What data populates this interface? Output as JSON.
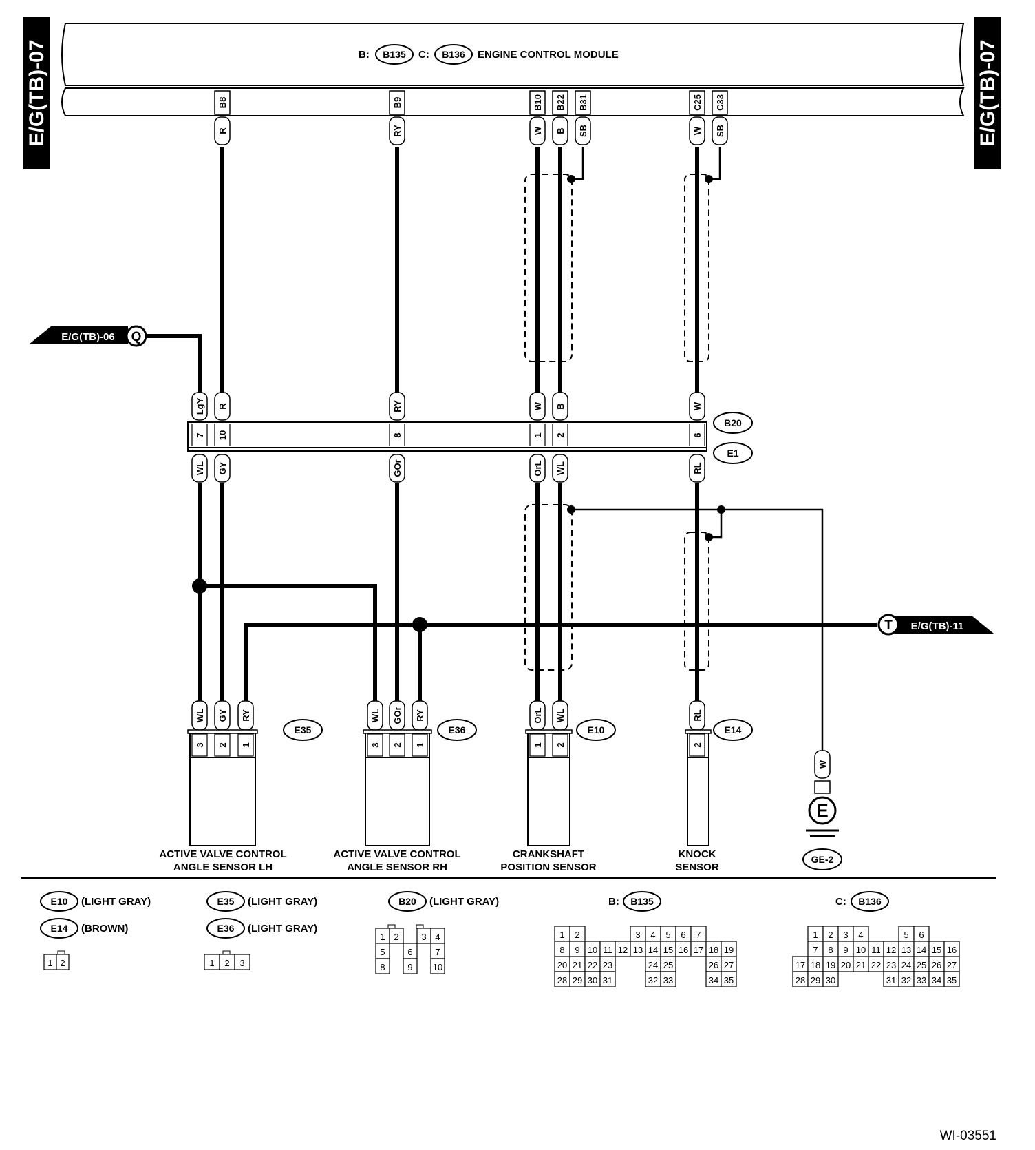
{
  "side_tag": "E/G(TB)-07",
  "ecm": {
    "b_prefix": "B:",
    "b_conn": "B135",
    "c_prefix": "C:",
    "c_conn": "B136",
    "title": "ENGINE CONTROL MODULE"
  },
  "ecm_pins": {
    "b8": "B8",
    "b9": "B9",
    "b10": "B10",
    "b22": "B22",
    "b31": "B31",
    "c25": "C25",
    "c33": "C33"
  },
  "ecm_wires": {
    "r": "R",
    "ry": "RY",
    "w1": "W",
    "b": "B",
    "sb1": "SB",
    "w2": "W",
    "sb2": "SB"
  },
  "connector_b20": {
    "name": "B20",
    "mate": "E1",
    "top_wires": [
      "LgY",
      "R",
      "RY",
      "W",
      "B",
      "W"
    ],
    "pins": [
      "7",
      "10",
      "8",
      "1",
      "2",
      "6"
    ],
    "bottom_wires": [
      "WL",
      "GY",
      "GOr",
      "OrL",
      "WL",
      "RL"
    ]
  },
  "offpage": {
    "left": "E/G(TB)-06",
    "left_marker": "Q",
    "right": "E/G(TB)-11",
    "right_marker": "T"
  },
  "sensors": {
    "e35": {
      "conn": "E35",
      "wires": [
        "WL",
        "GY",
        "RY"
      ],
      "pins": [
        "3",
        "2",
        "1"
      ],
      "line1": "ACTIVE VALVE CONTROL",
      "line2": "ANGLE SENSOR LH"
    },
    "e36": {
      "conn": "E36",
      "wires": [
        "WL",
        "GOr",
        "RY"
      ],
      "pins": [
        "3",
        "2",
        "1"
      ],
      "line1": "ACTIVE VALVE CONTROL",
      "line2": "ANGLE SENSOR RH"
    },
    "e10": {
      "conn": "E10",
      "wires": [
        "OrL",
        "WL"
      ],
      "pins": [
        "1",
        "2"
      ],
      "line1": "CRANKSHAFT",
      "line2": "POSITION SENSOR"
    },
    "e14": {
      "conn": "E14",
      "wires": [
        "RL"
      ],
      "pins": [
        "2"
      ],
      "line1": "KNOCK",
      "line2": "SENSOR"
    }
  },
  "ground": {
    "wire": "W",
    "marker": "E",
    "label": "GE-2"
  },
  "legend": {
    "e10": {
      "conn": "E10",
      "color": "(LIGHT GRAY)"
    },
    "e14": {
      "conn": "E14",
      "color": "(BROWN)"
    },
    "e35": {
      "conn": "E35",
      "color": "(LIGHT GRAY)"
    },
    "e36": {
      "conn": "E36",
      "color": "(LIGHT GRAY)"
    },
    "b20": {
      "conn": "B20",
      "color": "(LIGHT GRAY)"
    },
    "b135": {
      "prefix": "B:",
      "conn": "B135"
    },
    "b136": {
      "prefix": "C:",
      "conn": "B136"
    },
    "grid_e10": [
      [
        "1",
        "2"
      ]
    ],
    "grid_e35": [
      [
        "1",
        "2",
        "3"
      ]
    ],
    "grid_b20": [
      [
        "1",
        "2",
        "",
        "3",
        "4"
      ],
      [
        "5",
        "",
        "6",
        "",
        "7"
      ],
      [
        "8",
        "",
        "9",
        "",
        "10"
      ]
    ],
    "grid_b135": [
      [
        "1",
        "2",
        "",
        "",
        "",
        "3",
        "4",
        "5",
        "6",
        "7"
      ],
      [
        "8",
        "9",
        "10",
        "11",
        "12",
        "13",
        "14",
        "15",
        "16",
        "17",
        "18",
        "19"
      ],
      [
        "20",
        "21",
        "22",
        "23",
        "",
        "",
        "24",
        "25",
        "",
        "",
        "26",
        "27"
      ],
      [
        "28",
        "29",
        "30",
        "31",
        "",
        "",
        "32",
        "33",
        "",
        "",
        "34",
        "35"
      ]
    ],
    "grid_b136": [
      [
        "",
        "1",
        "2",
        "3",
        "4",
        "",
        "",
        "5",
        "6"
      ],
      [
        "",
        "7",
        "8",
        "9",
        "10",
        "11",
        "12",
        "13",
        "14",
        "15",
        "16"
      ],
      [
        "17",
        "18",
        "19",
        "20",
        "21",
        "22",
        "23",
        "24",
        "25",
        "26",
        "27"
      ],
      [
        "28",
        "29",
        "30",
        "",
        "",
        "",
        "31",
        "32",
        "33",
        "34",
        "35"
      ]
    ]
  },
  "figure_id": "WI-03551"
}
